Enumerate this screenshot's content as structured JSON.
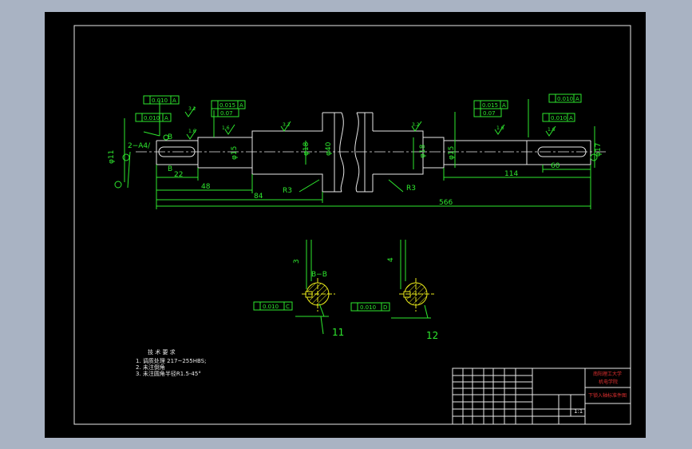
{
  "dimensions": {
    "d22": "22",
    "d48": "48",
    "d84": "84",
    "d566": "566",
    "d114": "114",
    "d60": "60",
    "r3_left": "R3",
    "r3_right": "R3",
    "phi40": "φ40",
    "phi18": "φ18",
    "phi18b": "φ18",
    "phi15_left": "φ15",
    "phi15_right": "φ15",
    "phi11": "φ11",
    "phi17": "φ17",
    "center_drill": "2−A4/",
    "section_b_top": "B",
    "section_b_bottom": "B"
  },
  "tolerances": {
    "ftop1": "0.010",
    "ftop1_ref": "A",
    "ftop2": "0.010",
    "ftop2_ref": "A",
    "left_a": "0.015",
    "left_a_ref": "A",
    "left_b": "0.07",
    "right_a": "0.015",
    "right_a_ref": "A",
    "right_b": "0.07",
    "rtop1": "0.010",
    "rtop1_ref": "A",
    "rtop2": "0.010",
    "rtop2_ref": "A",
    "sec1": "0.010",
    "sec1_ref": "C",
    "sec2": "0.010",
    "sec2_ref": "D"
  },
  "roughness": {
    "r1": "3.2",
    "r2": "1.6",
    "r3": "1.6",
    "r4": "3.2",
    "r5": "3.2",
    "r6": "1.6",
    "r7": "1.6"
  },
  "sections": {
    "bb_label": "B−B",
    "keyway1": "3",
    "keyway2": "4",
    "dim11": "11",
    "dim12": "12"
  },
  "tech_notes": {
    "title": "技 术 要 求",
    "line1": "1. 调质处理  217~255HBS;",
    "line2": "2. 未注倒角",
    "line3": "3. 未注圆角半径R1.5-45°"
  },
  "title_block": {
    "school_line1": "南阳理工大学",
    "school_line2": "机电学院",
    "drawing_name": "下锁入轴标准件图",
    "scale": "1:1"
  },
  "colors": {
    "background": "#a9b3c3",
    "drawing": "#000000",
    "dimension": "#2ee82e",
    "outline": "#e8e8e8",
    "title_text": "#e03030"
  }
}
